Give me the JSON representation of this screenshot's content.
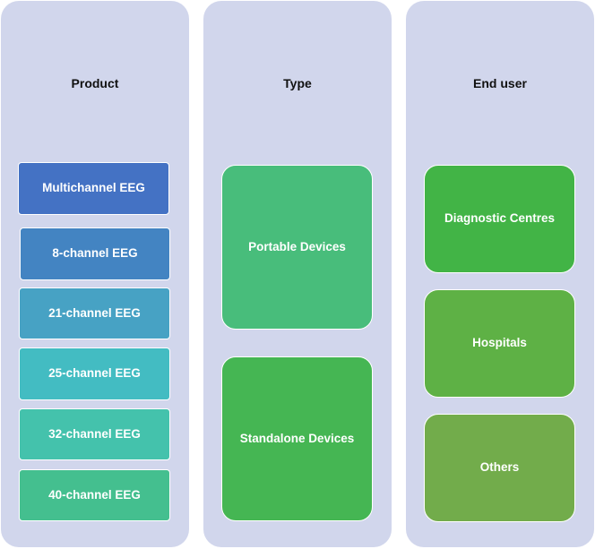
{
  "columns": [
    {
      "title": "Product",
      "items": [
        {
          "label": "Multichannel EEG",
          "color": "#4472c4"
        },
        {
          "label": "8-channel EEG",
          "color": "#4384c2"
        },
        {
          "label": "21-channel EEG",
          "color": "#47a2c4"
        },
        {
          "label": "25-channel EEG",
          "color": "#43bcc2"
        },
        {
          "label": "32-channel EEG",
          "color": "#44c2ac"
        },
        {
          "label": "40-channel EEG",
          "color": "#44bf8f"
        }
      ]
    },
    {
      "title": "Type",
      "items": [
        {
          "label": "Portable Devices",
          "color": "#48bd7b"
        },
        {
          "label": "Standalone Devices",
          "color": "#45b653"
        }
      ]
    },
    {
      "title": "End user",
      "items": [
        {
          "label": "Diagnostic Centres",
          "color": "#42b446"
        },
        {
          "label": "Hospitals",
          "color": "#5eb145"
        },
        {
          "label": "Others",
          "color": "#72ac4b"
        }
      ]
    }
  ]
}
